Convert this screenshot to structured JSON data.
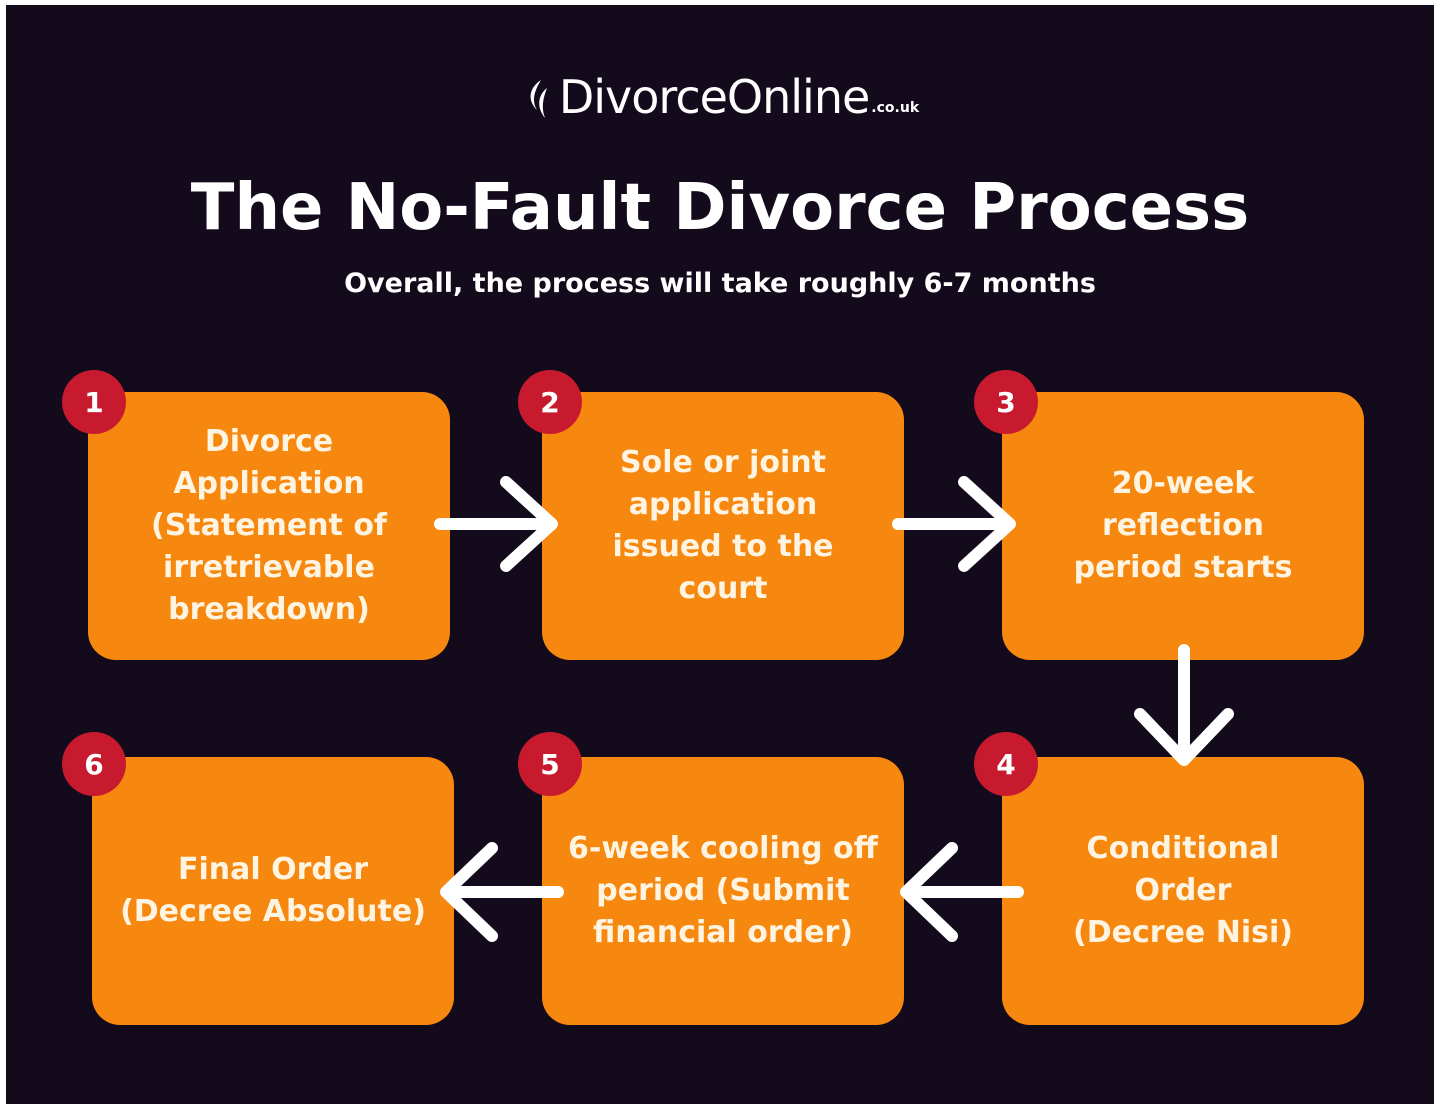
{
  "logo": {
    "brand": "DivorceOnline",
    "suffix": ".co.uk"
  },
  "title": "The No-Fault Divorce Process",
  "subtitle": "Overall, the process will take roughly 6-7 months",
  "steps": [
    {
      "number": "1",
      "text": "Divorce\nApplication\n(Statement of\nirretrievable\nbreakdown)"
    },
    {
      "number": "2",
      "text": "Sole or joint\napplication\nissued to the\ncourt"
    },
    {
      "number": "3",
      "text": "20-week\nreflection\nperiod starts"
    },
    {
      "number": "4",
      "text": "Conditional\nOrder\n(Decree Nisi)"
    },
    {
      "number": "5",
      "text": "6-week cooling off\nperiod (Submit\nfinancial order)"
    },
    {
      "number": "6",
      "text": "Final Order\n(Decree Absolute)"
    }
  ],
  "colors": {
    "background": "#130a1c",
    "step_box": "#f7880f",
    "badge": "#c81a2e",
    "arrow": "#ffffff"
  }
}
